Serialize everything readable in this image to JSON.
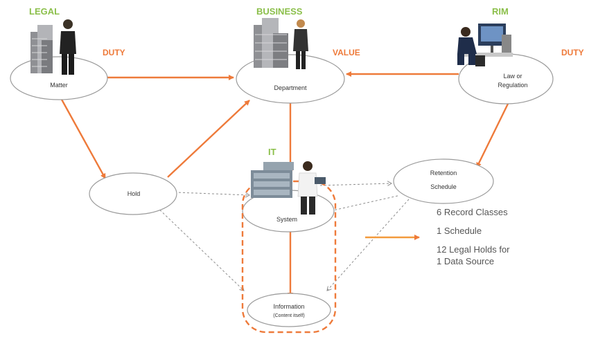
{
  "groups": {
    "legal": "LEGAL",
    "business": "BUSINESS",
    "rim": "RIM",
    "it": "IT"
  },
  "relations": {
    "legal_duty": "DUTY",
    "business_value": "VALUE",
    "rim_duty": "DUTY"
  },
  "nodes": {
    "matter": "Matter",
    "department": "Department",
    "law_line1": "Law or",
    "law_line2": "Regulation",
    "retention_line1": "Retention",
    "retention_line2": "Schedule",
    "hold": "Hold",
    "system": "System",
    "information": "Information",
    "information_sub": "(Content itself)"
  },
  "stats": {
    "record_classes": "6 Record Classes",
    "schedule": "1 Schedule",
    "legal_holds_line1": "12 Legal Holds for",
    "legal_holds_line2": "1 Data Source"
  },
  "colors": {
    "accent_orange": "#ee7a3a",
    "group_green": "#8bbf4a",
    "node_outline": "#9a9a9a",
    "dashed_link": "#8c8c8c",
    "text_gray": "#555555"
  },
  "icons": [
    "building-icon",
    "person-icon",
    "server-icon",
    "workstation-icon"
  ]
}
